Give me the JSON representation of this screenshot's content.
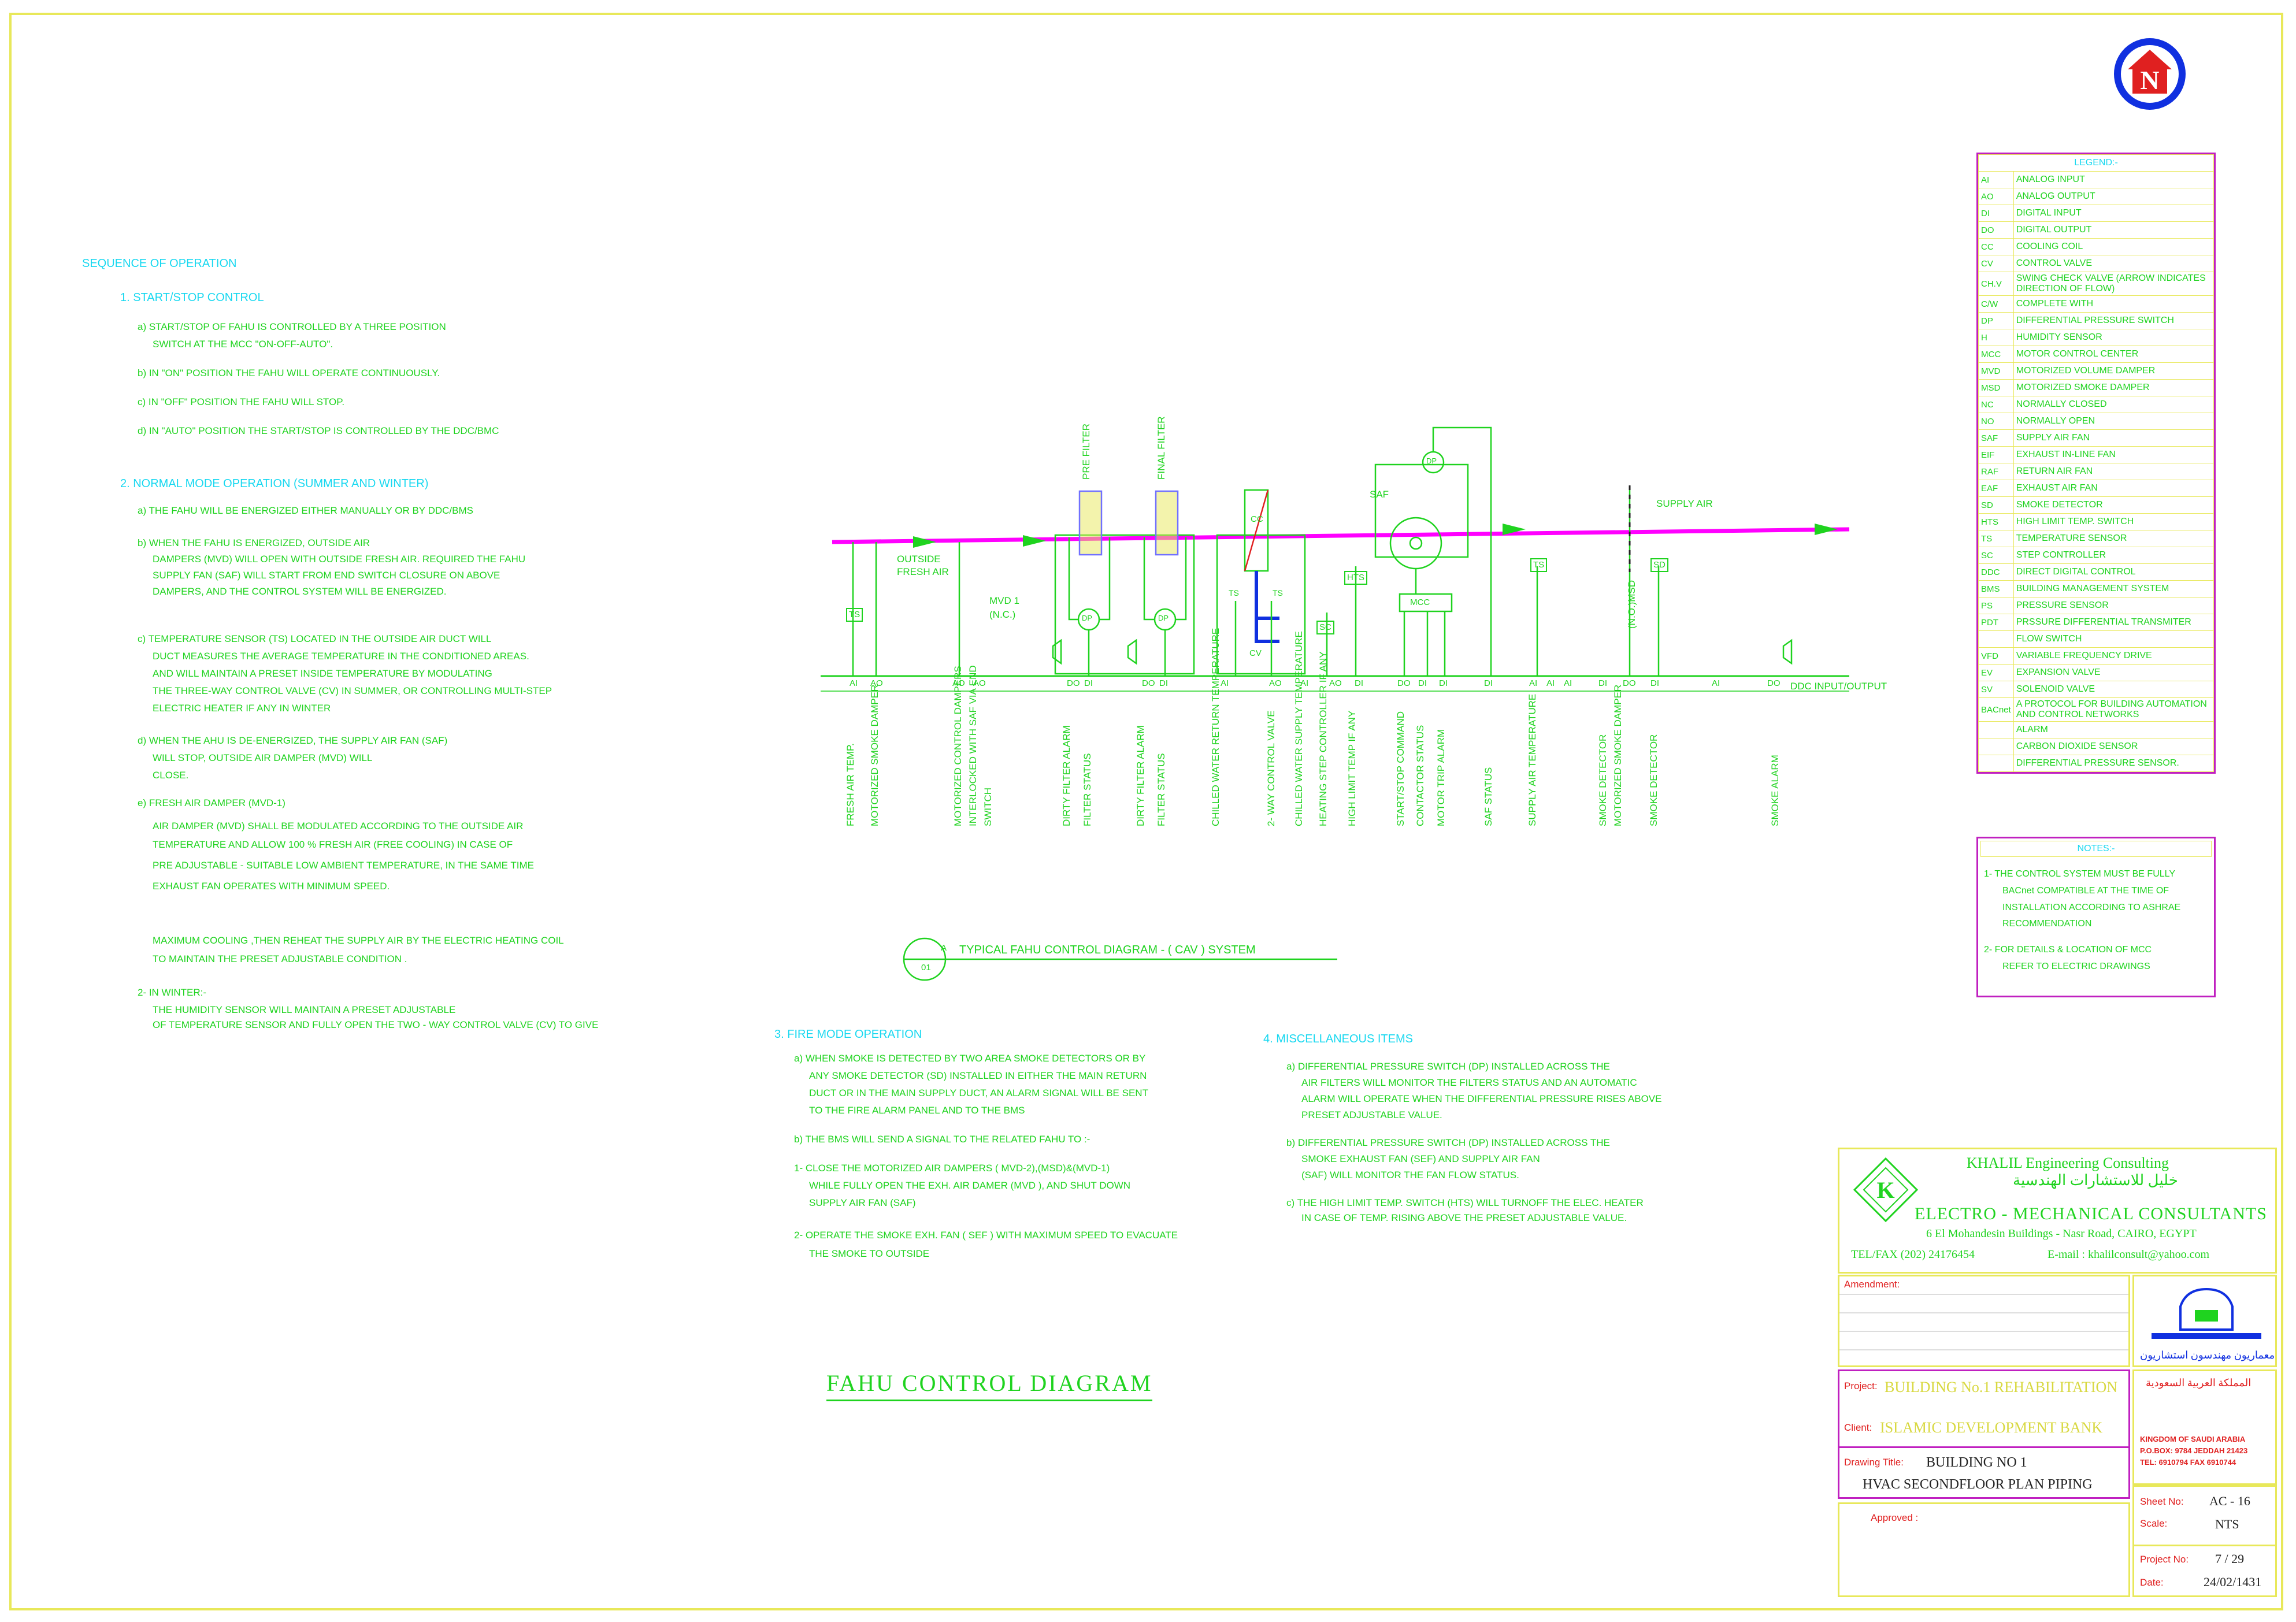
{
  "sequence": {
    "title": "SEQUENCE OF OPERATION",
    "s1_title": "1.      START/STOP   CONTROL",
    "s1_lines": [
      "a)   START/STOP   OF   FAHU IS CONTROLLED BY A THREE   POSITION",
      "SWITCH AT THE MCC \"ON-OFF-AUTO\".",
      "b)   IN \"ON\" POSITION THE FAHU WILL OPERATE CONTINUOUSLY.",
      "c)   IN \"OFF\" POSITION THE FAHU WILL STOP.",
      "d)   IN \"AUTO\" POSITION THE START/STOP IS CONTROLLED BY THE DDC/BMC"
    ],
    "s2_title": "2.      NORMAL   MODE   OPERATION (SUMMER AND WINTER)",
    "s2_lines": [
      "a)   THE FAHU WILL BE ENERGIZED EITHER MANUALLY OR BY DDC/BMS",
      "b)   WHEN THE FAHU IS ENERGIZED,   OUTSIDE AIR",
      "DAMPERS (MVD) WILL OPEN WITH   OUTSIDE FRESH AIR. REQUIRED THE FAHU",
      "SUPPLY FAN (SAF) WILL START FROM END SWITCH CLOSURE ON ABOVE",
      "DAMPERS, AND THE CONTROL SYSTEM WILL BE ENERGIZED.",
      "c)   TEMPERATURE SENSOR (TS) LOCATED IN THE OUTSIDE AIR DUCT WILL",
      "DUCT MEASURES THE AVERAGE TEMPERATURE IN THE CONDITIONED AREAS.",
      "AND WILL MAINTAIN A PRESET INSIDE TEMPERATURE BY MODULATING",
      "THE THREE-WAY CONTROL VALVE (CV) IN SUMMER, OR CONTROLLING MULTI-STEP",
      "ELECTRIC HEATER IF ANY IN WINTER",
      "d)   WHEN THE AHU IS DE-ENERGIZED, THE SUPPLY AIR FAN (SAF)",
      "WILL STOP, OUTSIDE AIR   DAMPER (MVD) WILL",
      "CLOSE.",
      "e)   FRESH AIR DAMPER (MVD-1)",
      "AIR DAMPER (MVD) SHALL BE MODULATED ACCORDING TO THE OUTSIDE AIR",
      "TEMPERATURE AND ALLOW 100 % FRESH AIR (FREE COOLING) IN CASE OF",
      "PRE ADJUSTABLE  -  SUITABLE LOW AMBIENT TEMPERATURE, IN THE SAME TIME",
      "EXHAUST FAN OPERATES WITH MINIMUM SPEED.",
      "MAXIMUM COOLING ,THEN REHEAT THE SUPPLY AIR BY THE ELECTRIC HEATING COIL",
      "TO MAINTAIN THE PRESET ADJUSTABLE CONDITION .",
      "2-  IN WINTER:-",
      "THE HUMIDITY SENSOR WILL MAINTAIN A PRESET ADJUSTABLE",
      "OF TEMPERATURE SENSOR AND FULLY OPEN THE TWO - WAY CONTROL VALVE (CV) TO GIVE"
    ]
  },
  "fire": {
    "title": "3.      FIRE   MODE   OPERATION",
    "lines": [
      "a)     WHEN SMOKE IS DETECTED BY TWO AREA SMOKE DETECTORS OR BY",
      "ANY SMOKE   DETECTOR (SD) INSTALLED IN EITHER THE MAIN RETURN",
      "DUCT OR IN THE MAIN SUPPLY DUCT, AN ALARM SIGNAL WILL BE SENT",
      "TO THE FIRE ALARM PANEL AND TO THE BMS",
      "b)     THE BMS WILL SEND A SIGNAL TO THE RELATED FAHU TO :-",
      "1-  CLOSE THE MOTORIZED AIR DAMPERS ( MVD-2),(MSD)&(MVD-1)",
      "WHILE FULLY OPEN THE EXH. AIR DAMER (MVD ), AND SHUT DOWN",
      "SUPPLY AIR FAN (SAF)",
      "2-  OPERATE THE SMOKE EXH. FAN ( SEF ) WITH MAXIMUM SPEED TO EVACUATE",
      "THE SMOKE TO OUTSIDE"
    ]
  },
  "misc": {
    "title": "4.      MISCELLANEOUS   ITEMS",
    "lines": [
      "a)   DIFFERENTIAL PRESSURE SWITCH (DP) INSTALLED ACROSS THE",
      "AIR FILTERS WILL MONITOR THE FILTERS STATUS AND AN AUTOMATIC",
      "ALARM WILL OPERATE WHEN THE DIFFERENTIAL PRESSURE RISES ABOVE",
      "PRESET ADJUSTABLE VALUE.",
      "b)   DIFFERENTIAL PRESSURE SWITCH (DP) INSTALLED ACROSS THE",
      "SMOKE EXHAUST FAN (SEF) AND SUPPLY AIR FAN",
      "(SAF) WILL MONITOR THE FAN FLOW STATUS.",
      "c)   THE HIGH LIMIT TEMP. SWITCH (HTS) WILL TURNOFF THE ELEC. HEATER",
      "IN CASE OF TEMP. RISING ABOVE THE PRESET ADJUSTABLE VALUE."
    ]
  },
  "diagram": {
    "caption": "TYPICAL FAHU CONTROL DIAGRAM - ( CAV ) SYSTEM",
    "ref_top": "A",
    "ref_bottom": "01",
    "pre_filter": "PRE FILTER",
    "final_filter": "FINAL FILTER",
    "supply_air": "SUPPLY AIR",
    "outside_air_1": "OUTSIDE",
    "outside_air_2": "FRESH AIR",
    "mvd_1": "MVD 1",
    "mvd_2": "(N.C.)",
    "saf": "SAF",
    "mcc": "MCC",
    "cc": "CC",
    "cv": "CV",
    "ddc_label": "DDC INPUT/OUTPUT",
    "symbols": {
      "ts": "TS",
      "dp": "DP",
      "sc": "SC",
      "hts": "HTS",
      "sd": "SD"
    },
    "io_labels": [
      "AI",
      "AO",
      "AO",
      "AO",
      "DO",
      "DI",
      "DO",
      "DI",
      "AI",
      "AO",
      "AI",
      "AO",
      "DI",
      "DO",
      "DI",
      "DI",
      "DI",
      "AI",
      "AI",
      "AI",
      "DI",
      "DO",
      "DI",
      "AI",
      "DO"
    ],
    "points": [
      "FRESH AIR TEMP.",
      "MOTORIZED SMOKE DAMPER",
      "MOTORIZED CONTROL DAMPERS",
      "INTERLOCKED WITH SAF VIA END",
      "SWITCH",
      "DIRTY FILTER ALARM",
      "FILTER STATUS",
      "DIRTY FILTER ALARM",
      "FILTER STATUS",
      "CHILLED WATER RETURN TEMPERATURE",
      "2- WAY CONTROL VALVE",
      "CHILLED WATER SUPPLY TEMPERATURE",
      "HEATING STEP CONTROLLER IF ANY",
      "HIGH LIMIT TEMP IF ANY",
      "START/STOP COMMAND",
      "CONTACTOR STATUS",
      "MOTOR TRIP ALARM",
      "SAF STATUS",
      "SUPPLY AIR TEMPERATURE",
      "SMOKE DETECTOR",
      "MOTORIZED SMOKE DAMPER",
      "SMOKE DETECTOR",
      "SMOKE ALARM"
    ],
    "nomsd": "(N.O.)MSD"
  },
  "main_title": "FAHU  CONTROL  DIAGRAM",
  "legend": {
    "title": "LEGEND:-",
    "items": [
      [
        "AI",
        "ANALOG INPUT"
      ],
      [
        "AO",
        "ANALOG OUTPUT"
      ],
      [
        "DI",
        "DIGITAL INPUT"
      ],
      [
        "DO",
        "DIGITAL OUTPUT"
      ],
      [
        "CC",
        "COOLING COIL"
      ],
      [
        "CV",
        "CONTROL VALVE"
      ],
      [
        "CH.V",
        "SWING CHECK VALVE (ARROW INDICATES DIRECTION OF FLOW)"
      ],
      [
        "C/W",
        "COMPLETE WITH"
      ],
      [
        "DP",
        "DIFFERENTIAL PRESSURE SWITCH"
      ],
      [
        "H",
        "HUMIDITY SENSOR"
      ],
      [
        "MCC",
        "MOTOR CONTROL CENTER"
      ],
      [
        "MVD",
        "MOTORIZED VOLUME DAMPER"
      ],
      [
        "MSD",
        "MOTORIZED SMOKE DAMPER"
      ],
      [
        "NC",
        "NORMALLY CLOSED"
      ],
      [
        "NO",
        "NORMALLY OPEN"
      ],
      [
        "SAF",
        "SUPPLY AIR FAN"
      ],
      [
        "EIF",
        "EXHAUST IN-LINE FAN"
      ],
      [
        "RAF",
        "RETURN AIR FAN"
      ],
      [
        "EAF",
        "EXHAUST AIR FAN"
      ],
      [
        "SD",
        "SMOKE DETECTOR"
      ],
      [
        "HTS",
        "HIGH LIMIT TEMP. SWITCH"
      ],
      [
        "TS",
        "TEMPERATURE SENSOR"
      ],
      [
        "SC",
        "STEP CONTROLLER"
      ],
      [
        "DDC",
        "DIRECT DIGITAL CONTROL"
      ],
      [
        "BMS",
        "BUILDING MANAGEMENT SYSTEM"
      ],
      [
        "PS",
        "PRESSURE SENSOR"
      ],
      [
        "PDT",
        "PRSSURE DIFFERENTIAL TRANSMITER"
      ],
      [
        "",
        "FLOW SWITCH"
      ],
      [
        "VFD",
        "VARIABLE FREQUENCY DRIVE"
      ],
      [
        "EV",
        "EXPANSION VALVE"
      ],
      [
        "SV",
        "SOLENOID VALVE"
      ],
      [
        "BACnet",
        "A PROTOCOL FOR BUILDING AUTOMATION AND CONTROL NETWORKS"
      ],
      [
        "",
        "ALARM"
      ],
      [
        "",
        "CARBON DIOXIDE SENSOR"
      ],
      [
        "",
        "DIFFERENTIAL PRESSURE SENSOR."
      ]
    ]
  },
  "notes": {
    "title": "NOTES:-",
    "n1": [
      "1-  THE CONTROL SYSTEM MUST BE FULLY",
      "BACnet COMPATIBLE AT THE TIME OF",
      "INSTALLATION ACCORDING TO ASHRAE",
      "RECOMMENDATION"
    ],
    "n2": [
      "2-  FOR DETAILS & LOCATION OF MCC",
      "REFER TO ELECTRIC DRAWINGS"
    ]
  },
  "titleblock": {
    "firm_en": "KHALIL Engineering Consulting",
    "firm_ar": "خليل للاستشارات الهندسية",
    "consultants": "ELECTRO - MECHANICAL CONSULTANTS",
    "address": "6   El Mohandesin Buildings  -  Nasr Road, CAIRO, EGYPT",
    "tel": "TEL/FAX (202) 24176454",
    "email": "E-mail : khalilconsult@yahoo.com",
    "amendment": "Amendment:",
    "project_label": "Project:",
    "project": "BUILDING No.1  REHABILITATION",
    "client_label": "Client:",
    "client": "ISLAMIC DEVELOPMENT BANK",
    "drawing_label": "Drawing Title:",
    "drawing_1": "BUILDING NO 1",
    "drawing_2": "HVAC SECONDFLOOR PLAN PIPING",
    "approved": "Approved :",
    "sheet_label": "Sheet No:",
    "sheet": "AC - 16",
    "scale_label": "Scale:",
    "scale": "NTS",
    "projno_label": "Project No:",
    "projno": "7 / 29",
    "date_label": "Date:",
    "date": "24/02/1431",
    "partner_ar": "معماريون مهندسون استشاريون",
    "ksa_ar": "المملكة العربية السعودية",
    "ksa_1": "KINGDOM OF SAUDI ARABIA",
    "ksa_2": "P.O.BOX: 9784 JEDDAH 21423",
    "ksa_3": "TEL: 6910794 FAX 6910744"
  },
  "logo_letter": "N",
  "logo_k": "K",
  "colors": {
    "green": "#1fd31f",
    "cyan": "#18d8f0",
    "magenta": "#ff00ff",
    "yellow": "#e8e85a",
    "purple": "#c020c0",
    "blue": "#1030e0"
  }
}
